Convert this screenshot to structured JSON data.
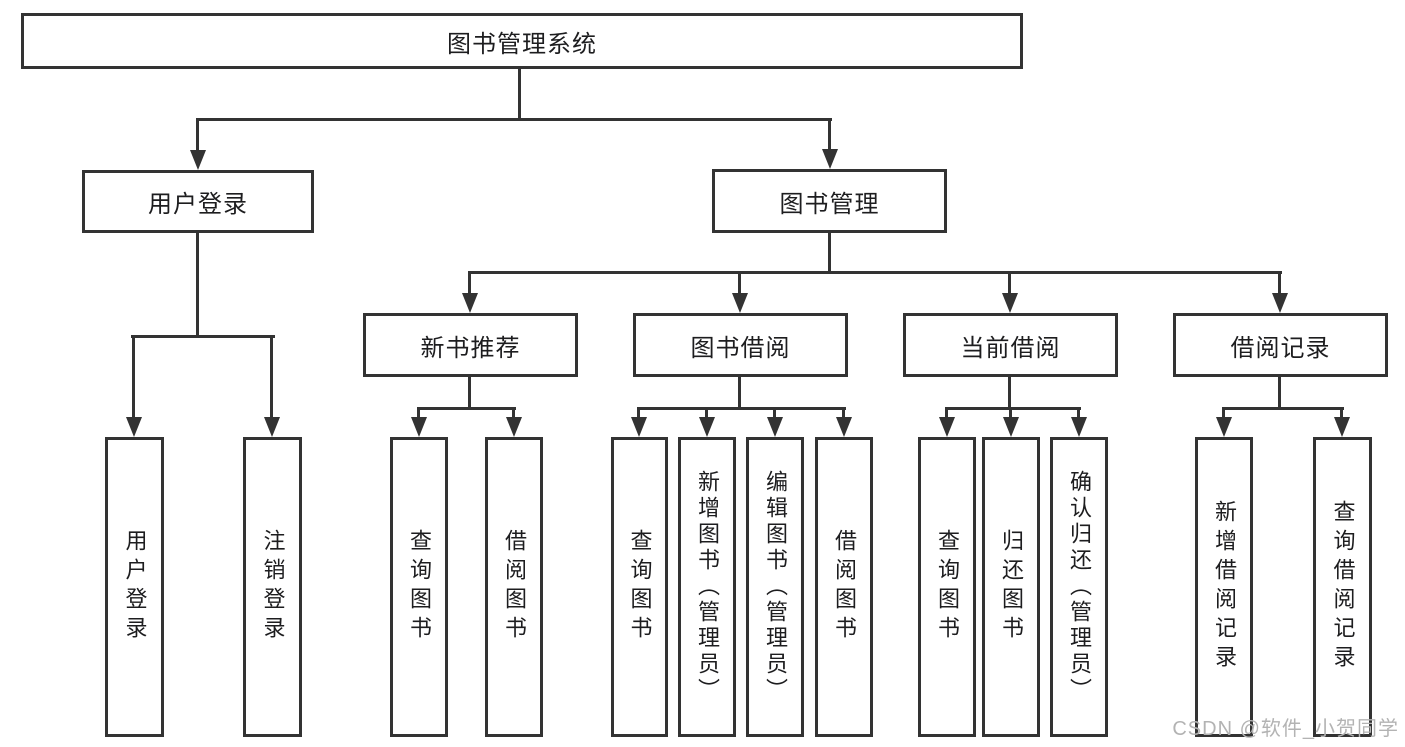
{
  "diagram": {
    "root": {
      "label": "图书管理系统"
    },
    "level1": [
      {
        "label": "用户登录",
        "children": [
          {
            "label": "用户登录"
          },
          {
            "label": "注销登录"
          }
        ]
      },
      {
        "label": "图书管理",
        "children": [
          {
            "label": "新书推荐",
            "children": [
              {
                "label": "查询图书"
              },
              {
                "label": "借阅图书"
              }
            ]
          },
          {
            "label": "图书借阅",
            "children": [
              {
                "label": "查询图书"
              },
              {
                "label": "新增图书（管理员）"
              },
              {
                "label": "编辑图书（管理员）"
              },
              {
                "label": "借阅图书"
              }
            ]
          },
          {
            "label": "当前借阅",
            "children": [
              {
                "label": "查询图书"
              },
              {
                "label": "归还图书"
              },
              {
                "label": "确认归还（管理员）"
              }
            ]
          },
          {
            "label": "借阅记录",
            "children": [
              {
                "label": "新增借阅记录"
              },
              {
                "label": "查询借阅记录"
              }
            ]
          }
        ]
      }
    ]
  },
  "watermark": {
    "text": "CSDN @软件_小贺同学"
  },
  "colors": {
    "line": "#333333",
    "box_border": "#333333",
    "box_background": "#ffffff",
    "text": "#1d1d1f",
    "watermark": "#b3b3b3"
  }
}
